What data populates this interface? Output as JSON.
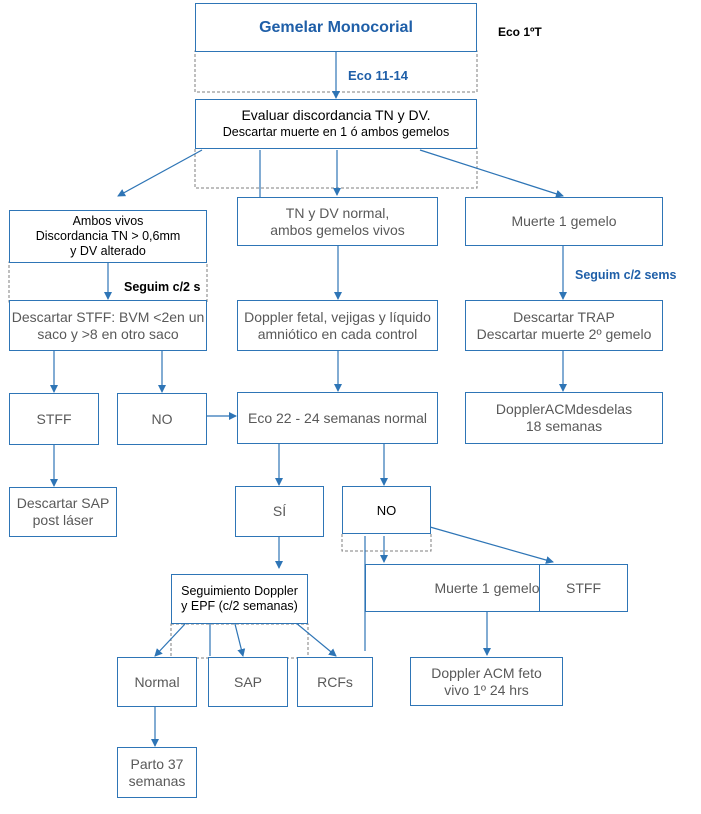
{
  "boxes": {
    "gemelar": "Gemelar Monocorial",
    "evaluar_1": "Evaluar discordancia TN y DV.",
    "evaluar_2": "Descartar  muerte  en 1 ó ambos gemelos",
    "ambos_1": "Ambos   vivos",
    "ambos_2": "Discordancia  TN > 0,6mm",
    "ambos_3": "y DV  alterado",
    "tn_normal_1": "TN y DV normal,",
    "tn_normal_2": "ambos gemelos vivos",
    "muerte1_top": "Muerte 1 gemelo",
    "descartar_stff_1": "Descartar STFF: BVM <2en un",
    "descartar_stff_2": "saco y >8 en otro saco",
    "doppler_fetal_1": "Doppler fetal, vejigas y líquido",
    "doppler_fetal_2": "amniótico  en cada control",
    "descartar_trap_1": "Descartar TRAP",
    "descartar_trap_2": "Descartar muerte 2º gemelo",
    "stff_left": "STFF",
    "no_left": "NO",
    "eco_22": "Eco 22 - 24 semanas  normal",
    "doppler_acm_18_1": "DopplerACMdesdelas",
    "doppler_acm_18_2": "18 semanas",
    "descartar_sap_1": "Descartar SAP",
    "descartar_sap_2": "post láser",
    "si": "SÍ",
    "no_mid": "NO",
    "seguimiento_1": "Seguimiento  Doppler",
    "seguimiento_2": "y EPF  (c/2 semanas)",
    "muerte1_mid": "Muerte 1 gemelo",
    "stff_right": "STFF",
    "normal": "Normal",
    "sap": "SAP",
    "rcfs": "RCFs",
    "doppler_acm_feto_1": "Doppler ACM feto",
    "doppler_acm_feto_2": "vivo 1º 24 hrs",
    "parto_1": "Parto 37",
    "parto_2": "semanas"
  },
  "labels": {
    "eco_1t": "Eco 1ºT",
    "eco_11_14": "Eco  11-14",
    "seguim_c2s": "Seguim c/2 s",
    "seguim_c2sems": "Seguim  c/2 sems"
  },
  "colors": {
    "box_border": "#2e75b6",
    "arrow": "#2e75b6",
    "dashed": "#7f7f7f",
    "title_text": "#1f5fa8",
    "body_text": "#595959"
  }
}
